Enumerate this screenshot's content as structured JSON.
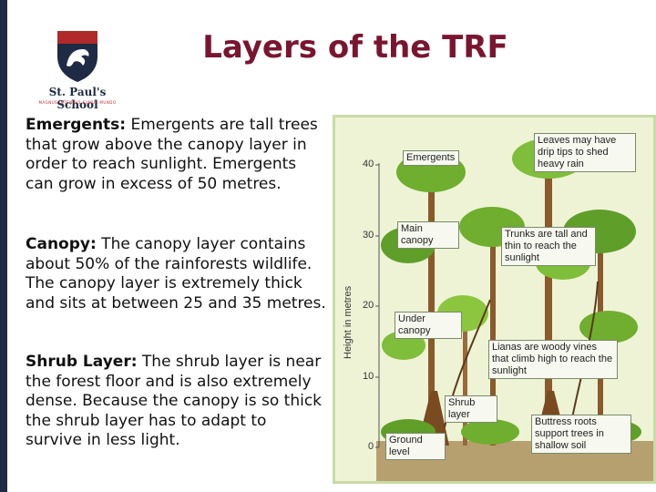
{
  "header": {
    "title": "Layers of the TRF",
    "school_name": "St. Paul's School",
    "motto": "MAGNUS INTENTUS SUMUS MUNDO"
  },
  "sections": [
    {
      "label": "Emergents:",
      "text": " Emergents are tall trees that grow above the canopy layer in order to reach sunlight. Emergents can grow in excess of 50 metres."
    },
    {
      "label": "Canopy:",
      "text": " The canopy layer contains about 50% of the rainforests wildlife. The canopy layer is extremely thick and sits at between 25 and 35 metres."
    },
    {
      "label": "Shrub Layer:",
      "text": " The shrub layer is near the forest floor and is also extremely dense. Because the canopy is so thick the shrub layer has to adapt to survive in less light."
    }
  ],
  "diagram": {
    "axis_title": "Height in metres",
    "ticks": [
      "40",
      "30",
      "20",
      "10",
      "0"
    ],
    "labels": {
      "emergents": "Emergents",
      "drip_tips": "Leaves may have drip tips to shed heavy rain",
      "main_canopy": "Main canopy",
      "trunks": "Trunks are tall and thin to reach the sunlight",
      "under_canopy": "Under canopy",
      "lianas": "Lianas are woody vines that climb high to reach the sunlight",
      "shrub_layer": "Shrub layer",
      "buttress": "Buttress roots support trees in shallow soil",
      "ground_level": "Ground level"
    }
  },
  "colors": {
    "title": "#7a1530",
    "crest_red": "#b02a2a",
    "crest_navy": "#1f2a44",
    "leaf_green": "#6fae2e",
    "trunk_brown": "#8a5a2b"
  }
}
